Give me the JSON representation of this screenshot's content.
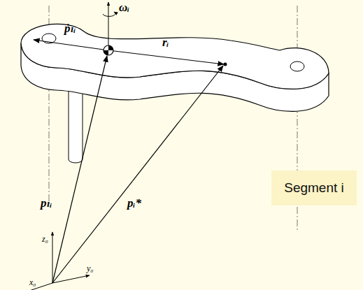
{
  "diagram": {
    "nodes": [
      {
        "text": [
          "Segment i"
        ]
      }
    ],
    "labels": [
      "ωᵢ",
      "ṗₗᵢ",
      "rᵢ",
      "pₗᵢ",
      "pᵢ*",
      "z₀",
      "y₀",
      "x₀"
    ]
  }
}
